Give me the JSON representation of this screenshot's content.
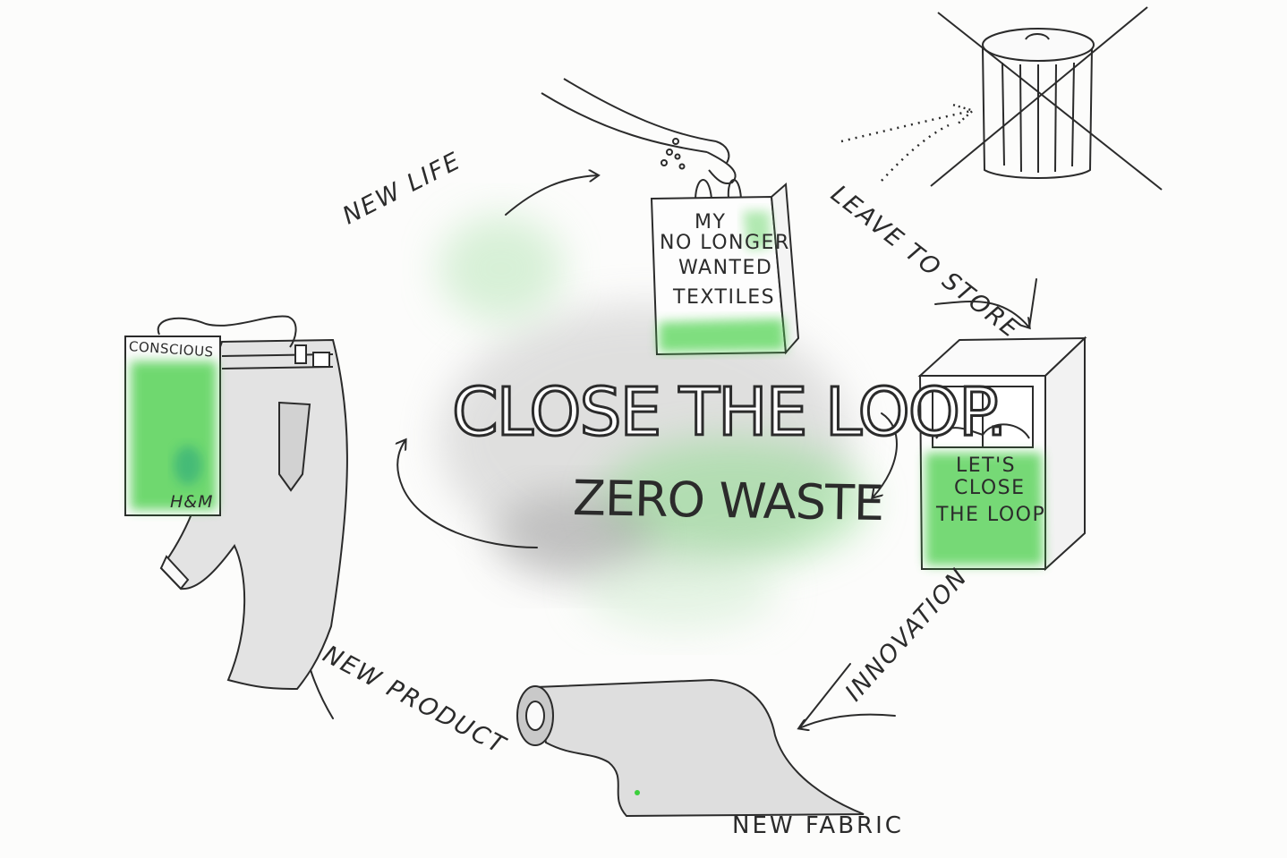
{
  "diagram": {
    "title": "CLOSE THE LOOP.",
    "subtitle": "ZERO WASTE",
    "steps": [
      {
        "label": "NEW LIFE"
      },
      {
        "label": "LEAVE TO STORE"
      },
      {
        "label": "INNOVATION"
      },
      {
        "label": "NEW PRODUCT"
      }
    ],
    "bag_text": [
      "MY",
      "NO LONGER",
      "WANTED",
      "TEXTILES"
    ],
    "bin_text": [
      "LET'S",
      "CLOSE",
      "THE LOOP"
    ],
    "tag_top": "CONSCIOUS",
    "tag_brand": "H&M",
    "fabric_label": "NEW FABRIC"
  },
  "icons": [
    "hand-icon",
    "shopping-bag-icon",
    "trash-can-crossed-icon",
    "collection-bin-icon",
    "fabric-roll-icon",
    "jeans-icon",
    "clothing-tag-icon",
    "cycle-arrow-icon"
  ],
  "colors": {
    "ink": "#2b2b2b",
    "green": "#4fd04f",
    "grey_wash": "#b9b9b9",
    "paper": "#fcfcfb"
  }
}
